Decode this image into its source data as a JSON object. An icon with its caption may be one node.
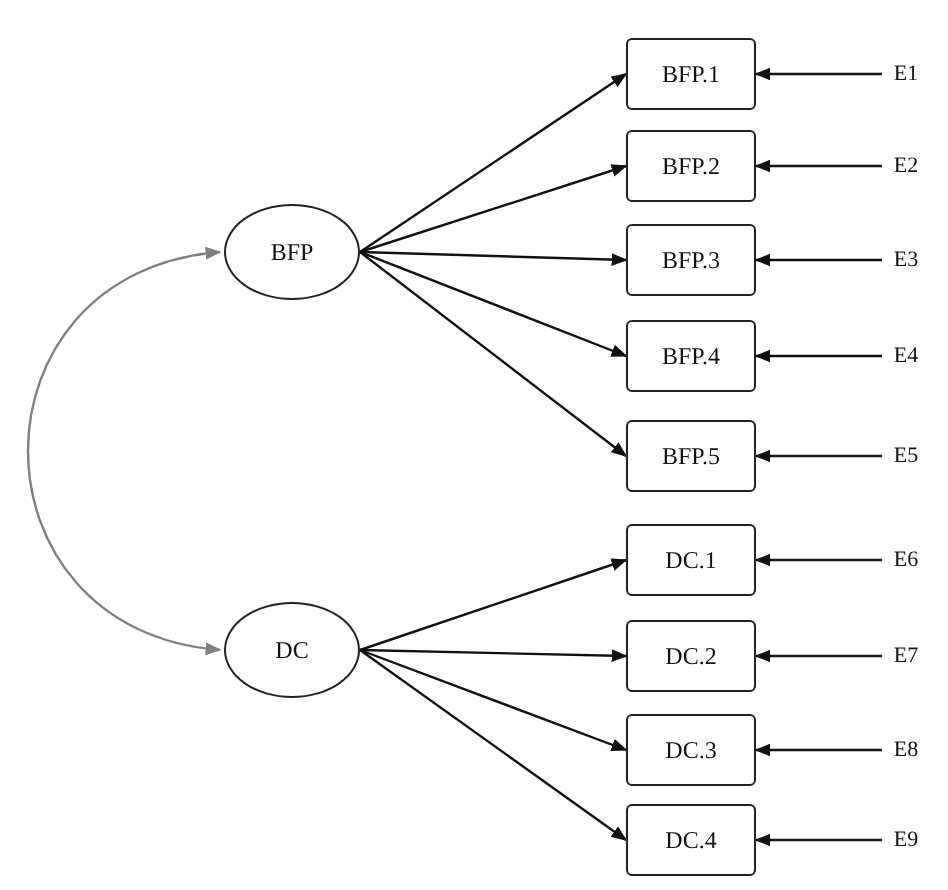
{
  "diagram": {
    "nodes": [
      {
        "text": [
          "BFP"
        ]
      },
      {
        "text": [
          "BFP.1"
        ]
      },
      {
        "text": [
          "BFP.2"
        ]
      },
      {
        "text": [
          "BFP.3"
        ]
      },
      {
        "text": [
          "BFP.4"
        ]
      },
      {
        "text": [
          "BFP.5"
        ]
      },
      {
        "text": [
          "E1"
        ]
      },
      {
        "text": [
          "E2"
        ]
      },
      {
        "text": [
          "E3"
        ]
      },
      {
        "text": [
          "E4"
        ]
      },
      {
        "text": [
          "E5"
        ]
      },
      {
        "text": [
          "DC"
        ]
      },
      {
        "text": [
          "DC.1"
        ]
      },
      {
        "text": [
          "DC.2"
        ]
      },
      {
        "text": [
          "DC.3"
        ]
      },
      {
        "text": [
          "DC.4"
        ]
      },
      {
        "text": [
          "E6"
        ]
      },
      {
        "text": [
          "E7"
        ]
      },
      {
        "text": [
          "E8"
        ]
      },
      {
        "text": [
          "E9"
        ]
      }
    ],
    "edges": [
      {
        "from": 0,
        "to": 1,
        "arrow": "to"
      },
      {
        "from": 0,
        "to": 2,
        "arrow": "to"
      },
      {
        "from": 0,
        "to": 3,
        "arrow": "to"
      },
      {
        "from": 0,
        "to": 4,
        "arrow": "to"
      },
      {
        "from": 0,
        "to": 5,
        "arrow": "to"
      },
      {
        "from": 6,
        "to": 1,
        "arrow": "to"
      },
      {
        "from": 7,
        "to": 2,
        "arrow": "to"
      },
      {
        "from": 8,
        "to": 3,
        "arrow": "to"
      },
      {
        "from": 9,
        "to": 4,
        "arrow": "to"
      },
      {
        "from": 10,
        "to": 5,
        "arrow": "to"
      },
      {
        "from": 11,
        "to": 12,
        "arrow": "to"
      },
      {
        "from": 11,
        "to": 13,
        "arrow": "to"
      },
      {
        "from": 11,
        "to": 14,
        "arrow": "to"
      },
      {
        "from": 11,
        "to": 15,
        "arrow": "to"
      },
      {
        "from": 16,
        "to": 12,
        "arrow": "to"
      },
      {
        "from": 17,
        "to": 13,
        "arrow": "to"
      },
      {
        "from": 18,
        "to": 14,
        "arrow": "to"
      },
      {
        "from": 19,
        "to": 15,
        "arrow": "to"
      },
      {
        "from": 0,
        "to": 11,
        "arrow": "both",
        "color": "#808080"
      }
    ]
  }
}
